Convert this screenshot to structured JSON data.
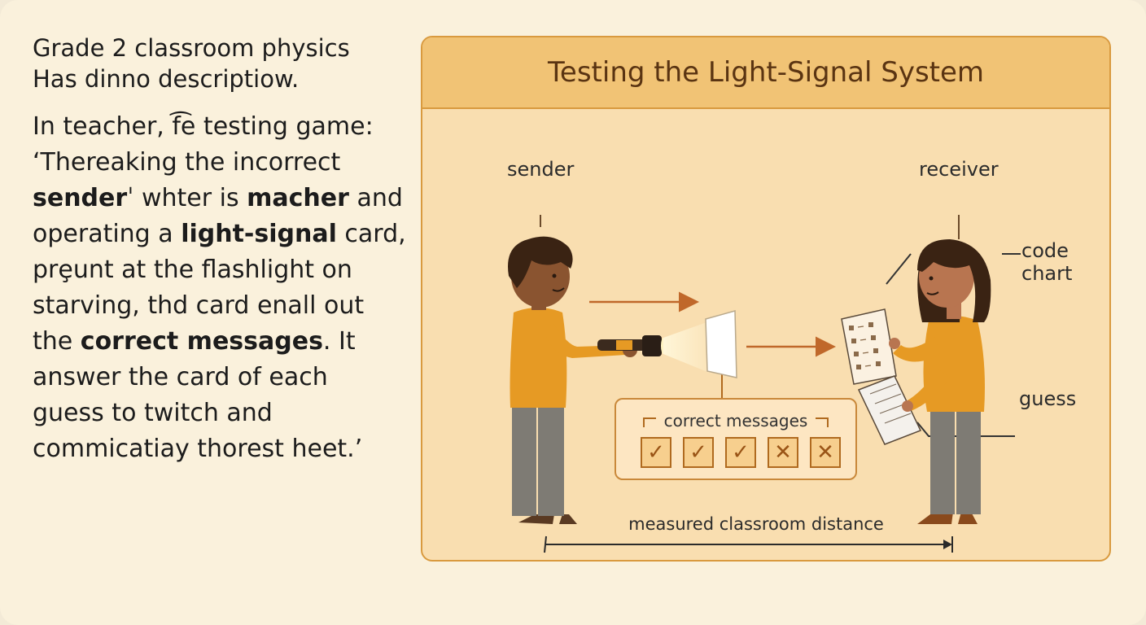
{
  "intro": {
    "heading_lines": [
      "Grade 2 classroom physics",
      "Has dinno descriptiow."
    ]
  },
  "body_lines": [
    [
      {
        "t": "In teacher, f͡e testing game:",
        "b": false
      }
    ],
    [
      {
        "t": "‘Thereaking the incorrect",
        "b": false
      }
    ],
    [
      {
        "t": "sender",
        "b": true
      },
      {
        "t": "ˈ whter is ",
        "b": false
      },
      {
        "t": "macher",
        "b": true
      },
      {
        "t": " and",
        "b": false
      }
    ],
    [
      {
        "t": "operating a ",
        "b": false
      },
      {
        "t": "light-signal",
        "b": true
      },
      {
        "t": " card,",
        "b": false
      }
    ],
    [
      {
        "t": "prȩunt at the flashlight on",
        "b": false
      }
    ],
    [
      {
        "t": "starving, thd card enall out",
        "b": false
      }
    ],
    [
      {
        "t": "the ",
        "b": false
      },
      {
        "t": "correct messages",
        "b": true
      },
      {
        "t": ". It",
        "b": false
      }
    ],
    [
      {
        "t": "answer the card of each",
        "b": false
      }
    ],
    [
      {
        "t": "guess to twitch and",
        "b": false
      }
    ],
    [
      {
        "t": "commicatiay thorest heet.’",
        "b": false
      }
    ]
  ],
  "diagram": {
    "title": "Testing the Light-Signal System",
    "labels": {
      "sender": "sender",
      "receiver": "receiver",
      "code_chart": [
        "code",
        "chart"
      ],
      "guess": "guess",
      "correct_messages": "correct messages",
      "distance": "measured classroom distance"
    },
    "messages": [
      true,
      true,
      true,
      false,
      false
    ],
    "colors": {
      "shirt": "#e69a24",
      "pants": "#7e7b74",
      "skin_sender": "#8a5430",
      "skin_receiver": "#b87550",
      "hair": "#3a2313",
      "arrow": "#c0682a",
      "accent_dark": "#5a3412"
    }
  }
}
